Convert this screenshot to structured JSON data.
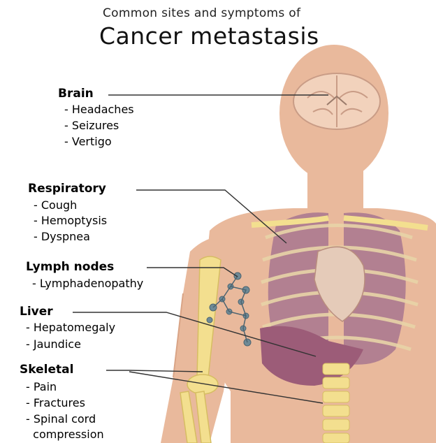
{
  "header": {
    "subtitle": "Common sites and symptoms of",
    "title": "Cancer metastasis"
  },
  "sites": [
    {
      "name": "Brain",
      "symptoms": [
        "- Headaches",
        "- Seizures",
        "- Vertigo"
      ]
    },
    {
      "name": "Respiratory",
      "symptoms": [
        "- Cough",
        "- Hemoptysis",
        "- Dyspnea"
      ]
    },
    {
      "name": "Lymph nodes",
      "symptoms": [
        "- Lymphadenopathy"
      ]
    },
    {
      "name": "Liver",
      "symptoms": [
        "- Hepatomegaly",
        "- Jaundice"
      ]
    },
    {
      "name": "Skeletal",
      "symptoms": [
        "- Pain",
        "- Fractures",
        "- Spinal cord",
        "  compression"
      ]
    }
  ],
  "colors": {
    "skin": "#e9b99c",
    "skin_dark": "#d9a486",
    "brain": "#f2d2bc",
    "lung": "#a8768f",
    "liver": "#9c5c78",
    "bone": "#f3df8f",
    "lymph": "#6f8a96",
    "leader_line": "#333333"
  }
}
